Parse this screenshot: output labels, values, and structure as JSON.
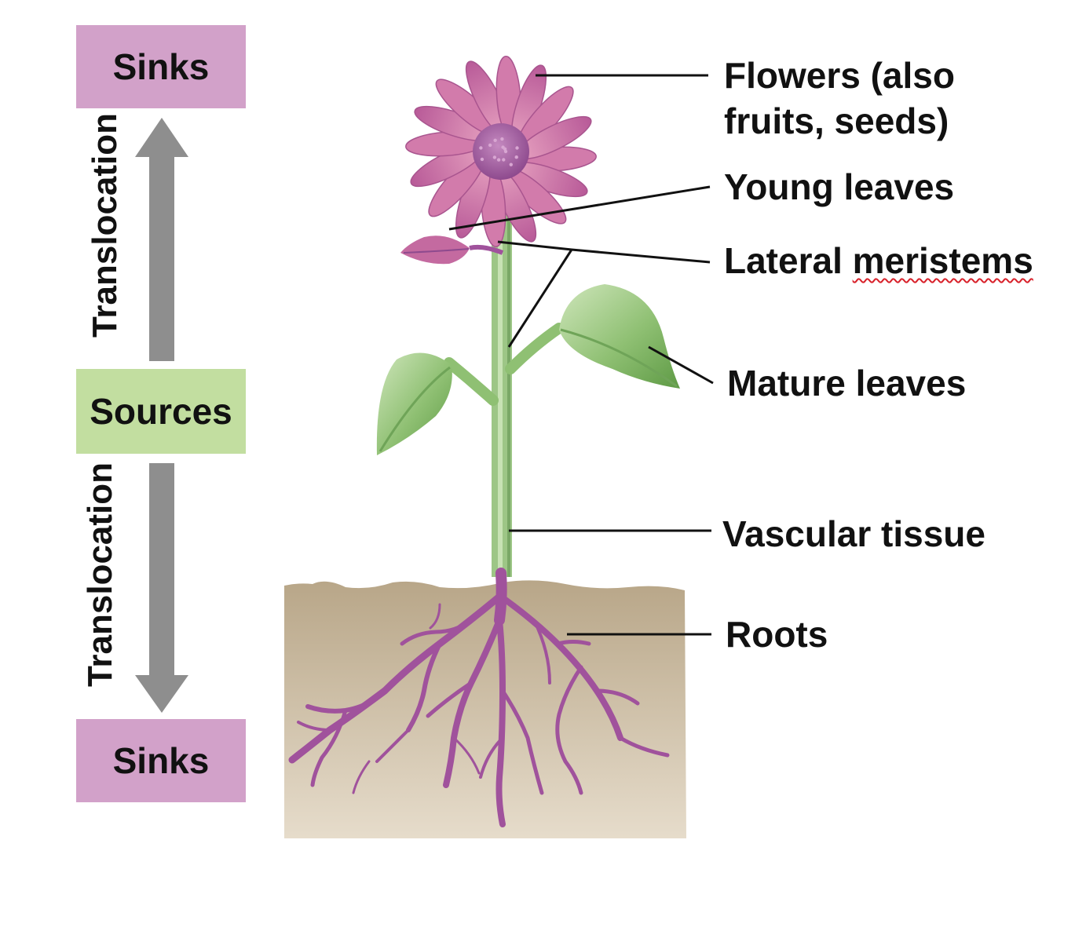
{
  "left_panel": {
    "sink_top": "Sinks",
    "sources": "Sources",
    "sink_bottom": "Sinks",
    "translocation_top": "Translocation",
    "translocation_bottom": "Translocation"
  },
  "labels": {
    "flowers_line1": "Flowers (also",
    "flowers_line2": "fruits, seeds)",
    "young_leaves": "Young leaves",
    "lateral_meristems": "Lateral meristems",
    "mature_leaves": "Mature leaves",
    "vascular_tissue": "Vascular tissue",
    "roots": "Roots"
  },
  "colors": {
    "sink": "#d2a1c9",
    "source": "#c2dea0",
    "arrow": "#8e8e8e",
    "petal": "#c46aa0",
    "flower_center": "#a65aa0",
    "leaf": "#8fc073",
    "stem": "#9dc686",
    "root": "#a0529c",
    "soil_top": "#b8a688",
    "soil_bottom": "#e6dccb"
  },
  "icons": {
    "flower": "flower-icon",
    "leaf": "leaf-icon",
    "roots": "roots-icon"
  }
}
